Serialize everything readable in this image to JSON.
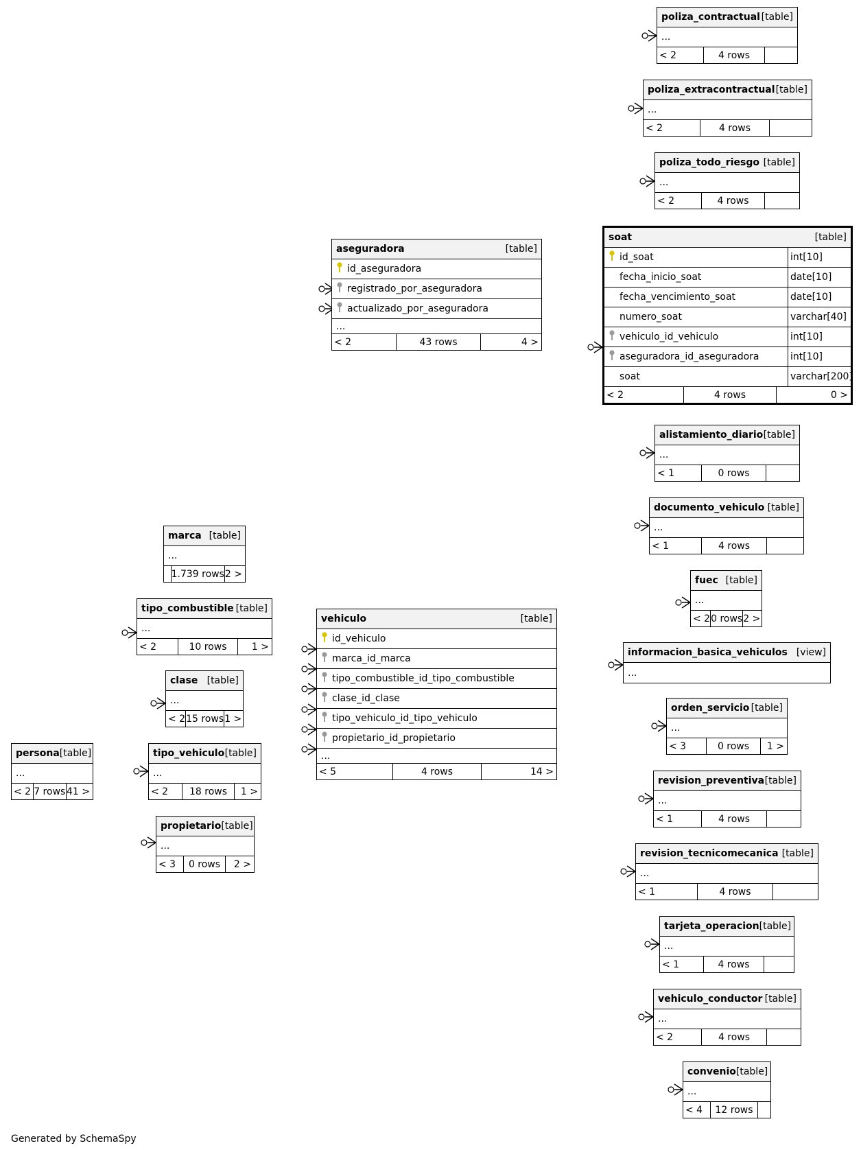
{
  "footer_text": "Generated by SchemaSpy",
  "colors": {
    "primary_key": "#d8c400",
    "foreign_key": "#9a9a9a",
    "header_bg": "#f2f2f2"
  },
  "icons": {
    "primary_key": "key-icon-yellow",
    "foreign_key": "key-icon-gray"
  },
  "tables": {
    "poliza_contractual": {
      "name": "poliza_contractual",
      "type": "[table]",
      "ellipsis": "...",
      "parents": "< 2",
      "rows": "4 rows",
      "children": ""
    },
    "poliza_extracontractual": {
      "name": "poliza_extracontractual",
      "type": "[table]",
      "ellipsis": "...",
      "parents": "< 2",
      "rows": "4 rows",
      "children": ""
    },
    "poliza_todo_riesgo": {
      "name": "poliza_todo_riesgo",
      "type": "[table]",
      "ellipsis": "...",
      "parents": "< 2",
      "rows": "4 rows",
      "children": ""
    },
    "aseguradora": {
      "name": "aseguradora",
      "type": "[table]",
      "ellipsis": "...",
      "columns": [
        {
          "name": "id_aseguradora",
          "key": "pk"
        },
        {
          "name": "registrado_por_aseguradora",
          "key": "fk"
        },
        {
          "name": "actualizado_por_aseguradora",
          "key": "fk"
        }
      ],
      "parents": "< 2",
      "rows": "43 rows",
      "children": "4 >"
    },
    "soat": {
      "name": "soat",
      "type": "[table]",
      "columns": [
        {
          "name": "id_soat",
          "datatype": "int[10]",
          "key": "pk"
        },
        {
          "name": "fecha_inicio_soat",
          "datatype": "date[10]",
          "key": ""
        },
        {
          "name": "fecha_vencimiento_soat",
          "datatype": "date[10]",
          "key": ""
        },
        {
          "name": "numero_soat",
          "datatype": "varchar[40]",
          "key": ""
        },
        {
          "name": "vehiculo_id_vehiculo",
          "datatype": "int[10]",
          "key": "fk"
        },
        {
          "name": "aseguradora_id_aseguradora",
          "datatype": "int[10]",
          "key": "fk"
        },
        {
          "name": "soat",
          "datatype": "varchar[200]",
          "key": ""
        }
      ],
      "parents": "< 2",
      "rows": "4 rows",
      "children": "0 >"
    },
    "alistamiento_diario": {
      "name": "alistamiento_diario",
      "type": "[table]",
      "ellipsis": "...",
      "parents": "< 1",
      "rows": "0 rows",
      "children": ""
    },
    "documento_vehiculo": {
      "name": "documento_vehiculo",
      "type": "[table]",
      "ellipsis": "...",
      "parents": "< 1",
      "rows": "4 rows",
      "children": ""
    },
    "fuec": {
      "name": "fuec",
      "type": "[table]",
      "ellipsis": "...",
      "parents": "< 2",
      "rows": "0 rows",
      "children": "2 >"
    },
    "informacion_basica_vehiculos": {
      "name": "informacion_basica_vehiculos",
      "type": "[view]",
      "ellipsis": "..."
    },
    "orden_servicio": {
      "name": "orden_servicio",
      "type": "[table]",
      "ellipsis": "...",
      "parents": "< 3",
      "rows": "0 rows",
      "children": "1 >"
    },
    "revision_preventiva": {
      "name": "revision_preventiva",
      "type": "[table]",
      "ellipsis": "...",
      "parents": "< 1",
      "rows": "4 rows",
      "children": ""
    },
    "revision_tecnicomecanica": {
      "name": "revision_tecnicomecanica",
      "type": "[table]",
      "ellipsis": "...",
      "parents": "< 1",
      "rows": "4 rows",
      "children": ""
    },
    "tarjeta_operacion": {
      "name": "tarjeta_operacion",
      "type": "[table]",
      "ellipsis": "...",
      "parents": "< 1",
      "rows": "4 rows",
      "children": ""
    },
    "vehiculo_conductor": {
      "name": "vehiculo_conductor",
      "type": "[table]",
      "ellipsis": "...",
      "parents": "< 2",
      "rows": "4 rows",
      "children": ""
    },
    "convenio": {
      "name": "convenio",
      "type": "[table]",
      "ellipsis": "...",
      "parents": "< 4",
      "rows": "12 rows",
      "children": ""
    },
    "marca": {
      "name": "marca",
      "type": "[table]",
      "ellipsis": "...",
      "parents": "",
      "rows": "1.739 rows",
      "children": "2 >"
    },
    "tipo_combustible": {
      "name": "tipo_combustible",
      "type": "[table]",
      "ellipsis": "...",
      "parents": "< 2",
      "rows": "10 rows",
      "children": "1 >"
    },
    "clase": {
      "name": "clase",
      "type": "[table]",
      "ellipsis": "...",
      "parents": "< 2",
      "rows": "15 rows",
      "children": "1 >"
    },
    "tipo_vehiculo": {
      "name": "tipo_vehiculo",
      "type": "[table]",
      "ellipsis": "...",
      "parents": "< 2",
      "rows": "18 rows",
      "children": "1 >"
    },
    "propietario": {
      "name": "propietario",
      "type": "[table]",
      "ellipsis": "...",
      "parents": "< 3",
      "rows": "0 rows",
      "children": "2 >"
    },
    "persona": {
      "name": "persona",
      "type": "[table]",
      "ellipsis": "...",
      "parents": "< 2",
      "rows": "7 rows",
      "children": "41 >"
    },
    "vehiculo": {
      "name": "vehiculo",
      "type": "[table]",
      "ellipsis": "...",
      "columns": [
        {
          "name": "id_vehiculo",
          "key": "pk"
        },
        {
          "name": "marca_id_marca",
          "key": "fk"
        },
        {
          "name": "tipo_combustible_id_tipo_combustible",
          "key": "fk"
        },
        {
          "name": "clase_id_clase",
          "key": "fk"
        },
        {
          "name": "tipo_vehiculo_id_tipo_vehiculo",
          "key": "fk"
        },
        {
          "name": "propietario_id_propietario",
          "key": "fk"
        }
      ],
      "parents": "< 5",
      "rows": "4 rows",
      "children": "14 >"
    }
  }
}
